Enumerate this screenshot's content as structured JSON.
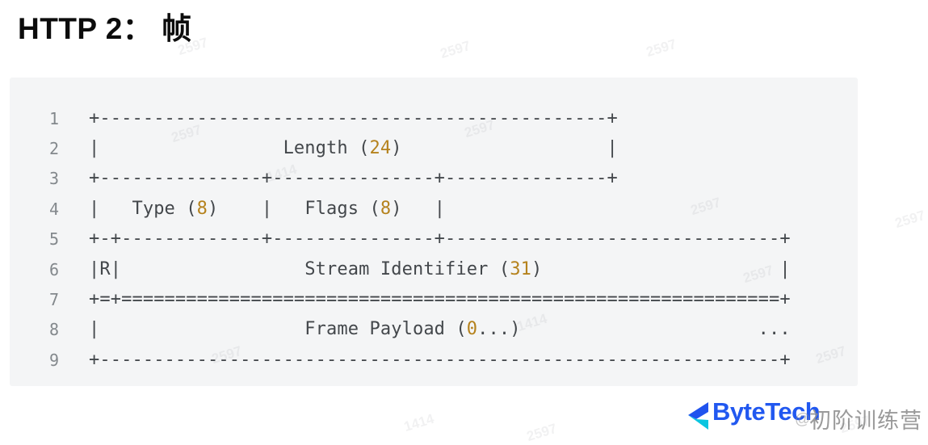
{
  "page": {
    "title": "HTTP 2： 帧"
  },
  "colors": {
    "page_bg": "#ffffff",
    "title_text": "#0c0c0c",
    "code_bg": "#f4f5f6",
    "code_text": "#43474b",
    "line_number": "#83888c",
    "number_highlight": "#b5821d",
    "brand_blue": "#2158f0",
    "logo_blue": "#2053ee",
    "logo_cyan": "#0bc5e0",
    "watermark_gray": "#8d8d8d",
    "faint_mark": "#6a7076"
  },
  "code_block": {
    "lines": [
      {
        "no": "1",
        "segments": [
          {
            "text": "+-----------------------------------------------+"
          }
        ]
      },
      {
        "no": "2",
        "segments": [
          {
            "text": "|                 Length ("
          },
          {
            "text": "24",
            "num": true
          },
          {
            "text": ")                   |"
          }
        ]
      },
      {
        "no": "3",
        "segments": [
          {
            "text": "+---------------+---------------+---------------+"
          }
        ]
      },
      {
        "no": "4",
        "segments": [
          {
            "text": "|   Type ("
          },
          {
            "text": "8",
            "num": true
          },
          {
            "text": ")    |   Flags ("
          },
          {
            "text": "8",
            "num": true
          },
          {
            "text": ")   |"
          }
        ]
      },
      {
        "no": "5",
        "segments": [
          {
            "text": "+-+-------------+---------------+-------------------------------+"
          }
        ]
      },
      {
        "no": "6",
        "segments": [
          {
            "text": "|R|                 Stream Identifier ("
          },
          {
            "text": "31",
            "num": true
          },
          {
            "text": ")                      |"
          }
        ]
      },
      {
        "no": "7",
        "segments": [
          {
            "text": "+=+=============================================================+"
          }
        ]
      },
      {
        "no": "8",
        "segments": [
          {
            "text": "|                   Frame Payload ("
          },
          {
            "text": "0",
            "num": true
          },
          {
            "text": "...)                      ..."
          }
        ]
      },
      {
        "no": "9",
        "segments": [
          {
            "text": "+---------------------------------------------------------------+"
          }
        ]
      }
    ]
  },
  "footer": {
    "brand": "ByteTech",
    "watermark_at": "@",
    "watermark_text": "初阶训练营"
  },
  "watermarks": {
    "primary": "2597",
    "secondary": "1414"
  }
}
